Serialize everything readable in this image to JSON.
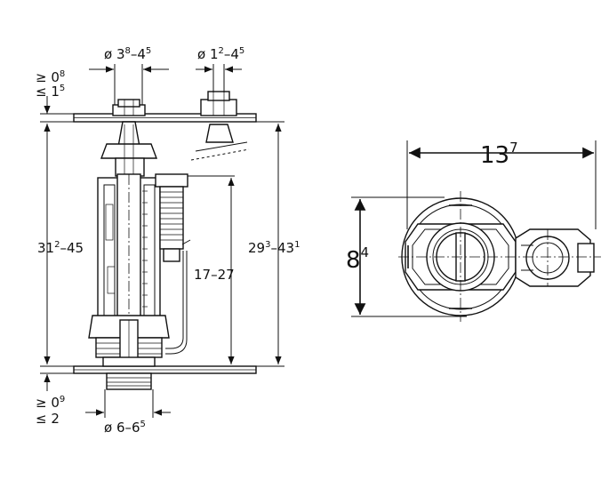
{
  "dimensions": {
    "top_left_ge": "≥ 0",
    "top_left_ge_sup": "8",
    "top_left_le": "≤ 1",
    "top_left_le_sup": "5",
    "dia_left_prefix": "ø 3",
    "dia_left_sup1": "8",
    "dia_left_mid": "–4",
    "dia_left_sup2": "5",
    "dia_right_prefix": "ø 1",
    "dia_right_sup1": "2",
    "dia_right_mid": "–4",
    "dia_right_sup2": "5",
    "height_left_base": "31",
    "height_left_sup": "2",
    "height_left_tail": "–45",
    "height_mid": "17–27",
    "height_right_base": "29",
    "height_right_sup1": "3",
    "height_right_mid": "–43",
    "height_right_sup2": "1",
    "bottom_ge": "≥ 0",
    "bottom_ge_sup": "9",
    "bottom_le": "≤ 2",
    "dia_bottom_prefix": "ø 6–6",
    "dia_bottom_sup": "5",
    "width_top_base": "13",
    "width_top_sup": "7",
    "height_plan_base": "8",
    "height_plan_sup": "4"
  },
  "colors": {
    "line": "#111111",
    "background": "#ffffff",
    "fill_light": "#e9e9e9"
  }
}
